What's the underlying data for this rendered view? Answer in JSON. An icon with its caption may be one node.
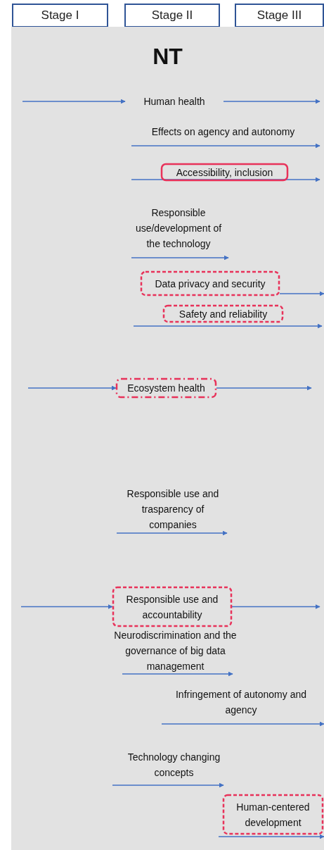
{
  "diagram": {
    "nodes": [
      {
        "text": [
          "Stage I"
        ]
      },
      {
        "text": [
          "Stage II"
        ]
      },
      {
        "text": [
          "Stage III"
        ]
      },
      {
        "text": [
          "NT"
        ]
      },
      {
        "text": [
          "Human health"
        ],
        "in": 3
      },
      {
        "text": [
          "Effects on agency and autonomy"
        ],
        "in": 3
      },
      {
        "text": [
          "Accessibility, inclusion"
        ],
        "in": 3
      },
      {
        "text": [
          "Responsible use/development of the technology"
        ],
        "in": 3
      },
      {
        "text": [
          "Data privacy and security"
        ],
        "in": 3
      },
      {
        "text": [
          "Safety and reliability"
        ],
        "in": 3
      },
      {
        "text": [
          "Ecosystem health"
        ],
        "in": 3
      },
      {
        "text": [
          "Responsible use and trasparency of companies"
        ],
        "in": 3
      },
      {
        "text": [
          "Responsible use and accountability"
        ],
        "in": 3
      },
      {
        "text": [
          "Neurodiscrimination and the governance of big data management"
        ],
        "in": 3
      },
      {
        "text": [
          "Infringement of autonomy and agency"
        ],
        "in": 3
      },
      {
        "text": [
          "Technology changing concepts"
        ],
        "in": 3
      },
      {
        "text": [
          "Human-centered development"
        ],
        "in": 3
      }
    ],
    "edges": [
      {
        "from": null,
        "to": 4,
        "arrow": "to"
      },
      {
        "from": 4,
        "to": null,
        "arrow": "to"
      },
      {
        "from": 8,
        "to": null,
        "arrow": "to"
      },
      {
        "from": null,
        "to": 10,
        "arrow": "to"
      },
      {
        "from": 10,
        "to": null,
        "arrow": "to"
      },
      {
        "from": null,
        "to": 12,
        "arrow": "to"
      },
      {
        "from": 12,
        "to": null,
        "arrow": "to"
      }
    ]
  }
}
